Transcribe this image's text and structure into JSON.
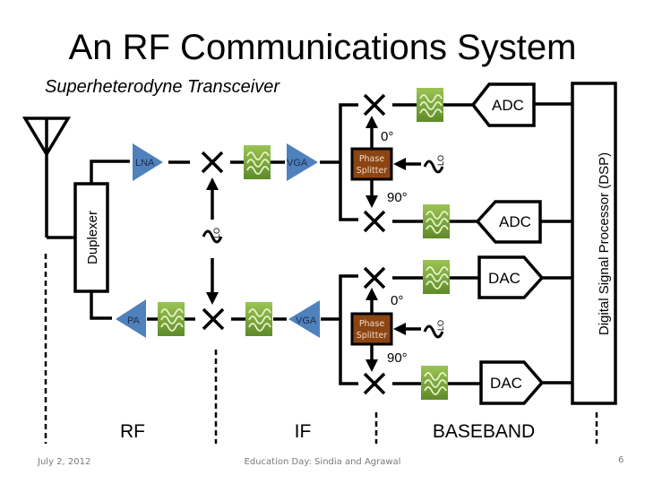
{
  "slide": {
    "title": "An RF Communications System",
    "subtitle": "Superheterodyne Transceiver"
  },
  "blocks": {
    "duplexer": "Duplexer",
    "lna": "LNA",
    "pa": "PA",
    "vga_rx": "VGA",
    "vga_tx": "VGA",
    "phase_splitter_line1": "Phase",
    "phase_splitter_line2": "Splitter",
    "lo": "LO",
    "adc": "ADC",
    "dac": "DAC",
    "dsp": "Digital Signal Processor (DSP)",
    "deg_0": "0°",
    "deg_90": "90°"
  },
  "bands": {
    "rf": "RF",
    "if": "IF",
    "baseband": "BASEBAND"
  },
  "footer": {
    "date": "July 2, 2012",
    "center": "Education Day: Sindia and Agrawal",
    "page_number": "6"
  },
  "colors": {
    "amplifier": "#4f81bd",
    "filter": "#7ea83a",
    "phase_splitter": "#8b4513"
  }
}
